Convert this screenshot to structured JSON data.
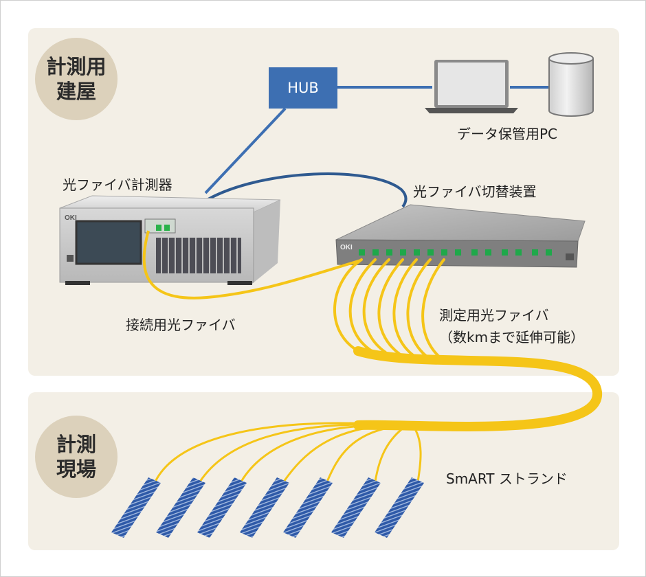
{
  "zones": {
    "building": {
      "line1": "計測用",
      "line2": "建屋"
    },
    "site": {
      "line1": "計測",
      "line2": "現場"
    }
  },
  "devices": {
    "hub": "HUB",
    "pc": "データ保管用PC",
    "analyzer": "光ファイバ計測器",
    "switch": "光ファイバ切替装置",
    "brand": "OKI"
  },
  "cables": {
    "connection": "接続用光ファイバ",
    "measurement_line1": "測定用光ファイバ",
    "measurement_line2": "（数kmまで延伸可能）"
  },
  "sensors": {
    "label": "SmART ストランド"
  },
  "colors": {
    "zone_bg": "#f3efe6",
    "badge": "#dcd1bb",
    "hub": "#3d6fb2",
    "network_line": "#3d6fb2",
    "fiber": "#f5c518",
    "strand": "#2f5aa8"
  }
}
